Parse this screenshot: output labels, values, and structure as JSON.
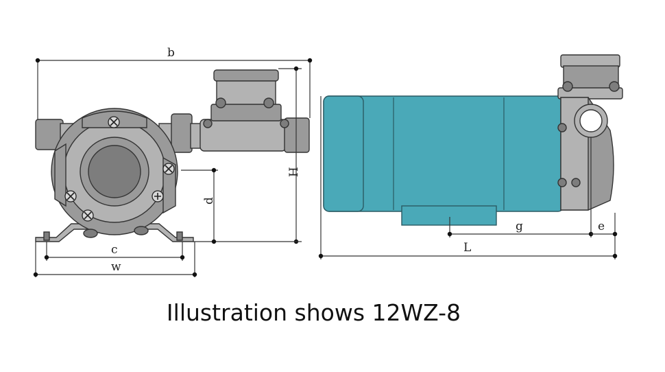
{
  "caption": "Illustration shows 12WZ-8",
  "dimensions": {
    "b": "b",
    "H": "H",
    "d": "d",
    "c": "c",
    "w": "w",
    "L": "L",
    "g": "g",
    "e": "e"
  },
  "colors": {
    "motor": "#4aa9b8",
    "pump_body": "#9a9a9a",
    "line": "#333333"
  }
}
